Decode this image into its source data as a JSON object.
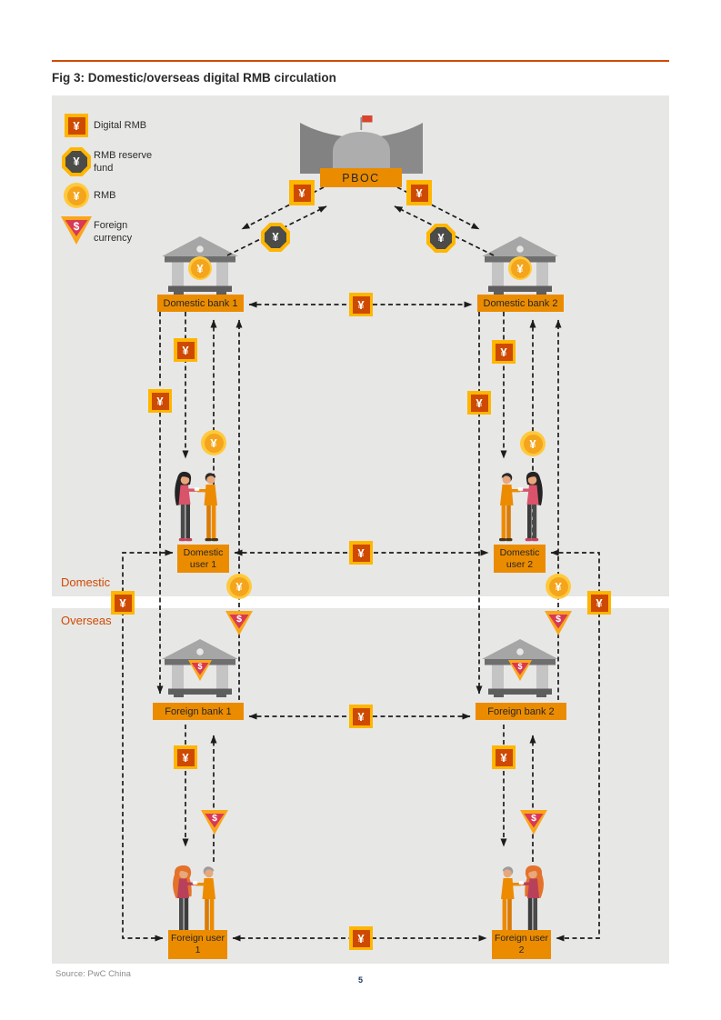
{
  "page": {
    "title": "Fig 3: Domestic/overseas digital RMB circulation",
    "source": "Source: PwC China",
    "page_number": "5"
  },
  "legend": {
    "items": [
      {
        "icon": "digital-rmb-icon",
        "label": "Digital RMB"
      },
      {
        "icon": "rmb-reserve-fund-icon",
        "label": "RMB reserve fund"
      },
      {
        "icon": "rmb-icon",
        "label": "RMB"
      },
      {
        "icon": "foreign-currency-icon",
        "label": "Foreign currency"
      }
    ]
  },
  "zones": {
    "domestic": "Domestic",
    "overseas": "Overseas"
  },
  "nodes": {
    "pboc": "PBOC",
    "domestic_bank_1": "Domestic bank 1",
    "domestic_bank_2": "Domestic bank 2",
    "domestic_user_1": "Domestic user 1",
    "domestic_user_2": "Domestic user 2",
    "foreign_bank_1": "Foreign bank 1",
    "foreign_bank_2": "Foreign bank 2",
    "foreign_user_1": "Foreign user 1",
    "foreign_user_2": "Foreign user 2"
  },
  "glyphs": {
    "yen": "¥",
    "dollar": "$"
  },
  "colors": {
    "accent_orange": "#D04A02",
    "label_orange": "#EB8C00",
    "amber": "#FFB600",
    "digital_rmb_core": "#CE4A02",
    "reserve_fund_core": "#4B4B49",
    "rmb_coin_core": "#F4A51C",
    "foreign_currency_core": "#D93954",
    "background_gray": "#E7E7E6"
  }
}
